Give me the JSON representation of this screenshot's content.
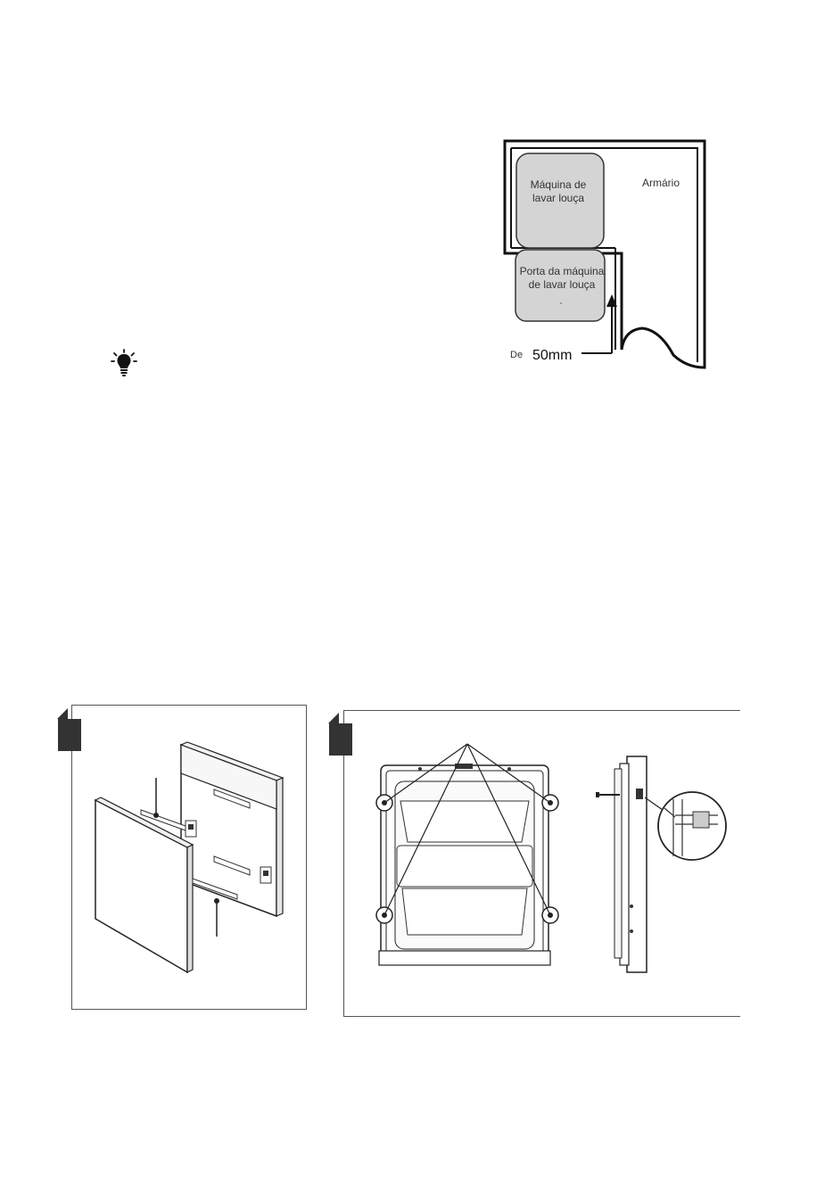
{
  "clearance_diagram": {
    "dishwasher_label_line1": "Máquina de",
    "dishwasher_label_line2": "lavar louça",
    "door_label_line1": "Porta da máquina",
    "door_label_line2": "de lavar louça",
    "cabinet_label": "Armário",
    "distance_prefix": "De",
    "distance_value": "50mm"
  },
  "tip": {
    "icon": "lightbulb-icon"
  },
  "installation_figures": {
    "figure_1_icon": "panel-exploded-view",
    "figure_2_icon": "door-screw-positions"
  }
}
